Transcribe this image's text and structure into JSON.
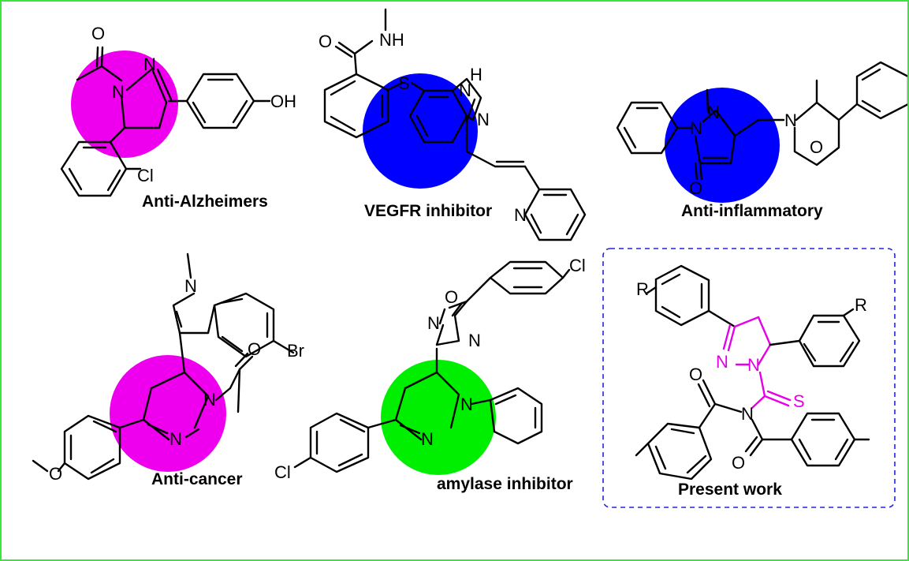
{
  "colors": {
    "frame": "#39e639",
    "magenta_highlight": "#ee00ee",
    "blue_highlight": "#0000ff",
    "green_highlight": "#00ee00",
    "pink_core": "#e600e6",
    "dashed_box": "#2222dd"
  },
  "captions": {
    "alz": "Anti-Alzheimers",
    "vegfr": "VEGFR inhibitor",
    "inflam": "Anti-inflammatory",
    "cancer": "Anti-cancer",
    "amylase": "amylase inhibitor",
    "present": "Present work"
  },
  "atoms": {
    "N": "N",
    "NH": "NH",
    "H": "H",
    "O": "O",
    "S": "S",
    "OH": "OH",
    "Cl": "Cl",
    "Br": "Br",
    "R": "R"
  }
}
